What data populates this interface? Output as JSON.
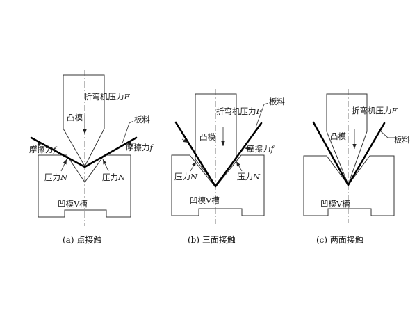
{
  "panels": {
    "a": {
      "force": "折弯机压力",
      "force_var": "F",
      "punch": "凸模",
      "die": "凹模V槽",
      "sheet": "板料",
      "friction_l": "摩擦力",
      "friction_r": "摩擦力",
      "friction_var": "f",
      "normal_l": "压力",
      "normal_r": "压力",
      "normal_var": "N",
      "caption": "(a) 点接触"
    },
    "b": {
      "force": "折弯机压力",
      "force_var": "F",
      "punch": "凸模",
      "die": "凹模V槽",
      "sheet": "板料",
      "friction_r": "摩擦力",
      "friction_var": "f",
      "normal_l": "压力",
      "normal_r": "压力",
      "normal_var": "N",
      "caption": "(b) 三面接触"
    },
    "c": {
      "force": "折弯机压力",
      "force_var": "F",
      "punch": "凸模",
      "die": "凹模V槽",
      "sheet": "板料",
      "caption": "(c) 两面接触"
    }
  }
}
